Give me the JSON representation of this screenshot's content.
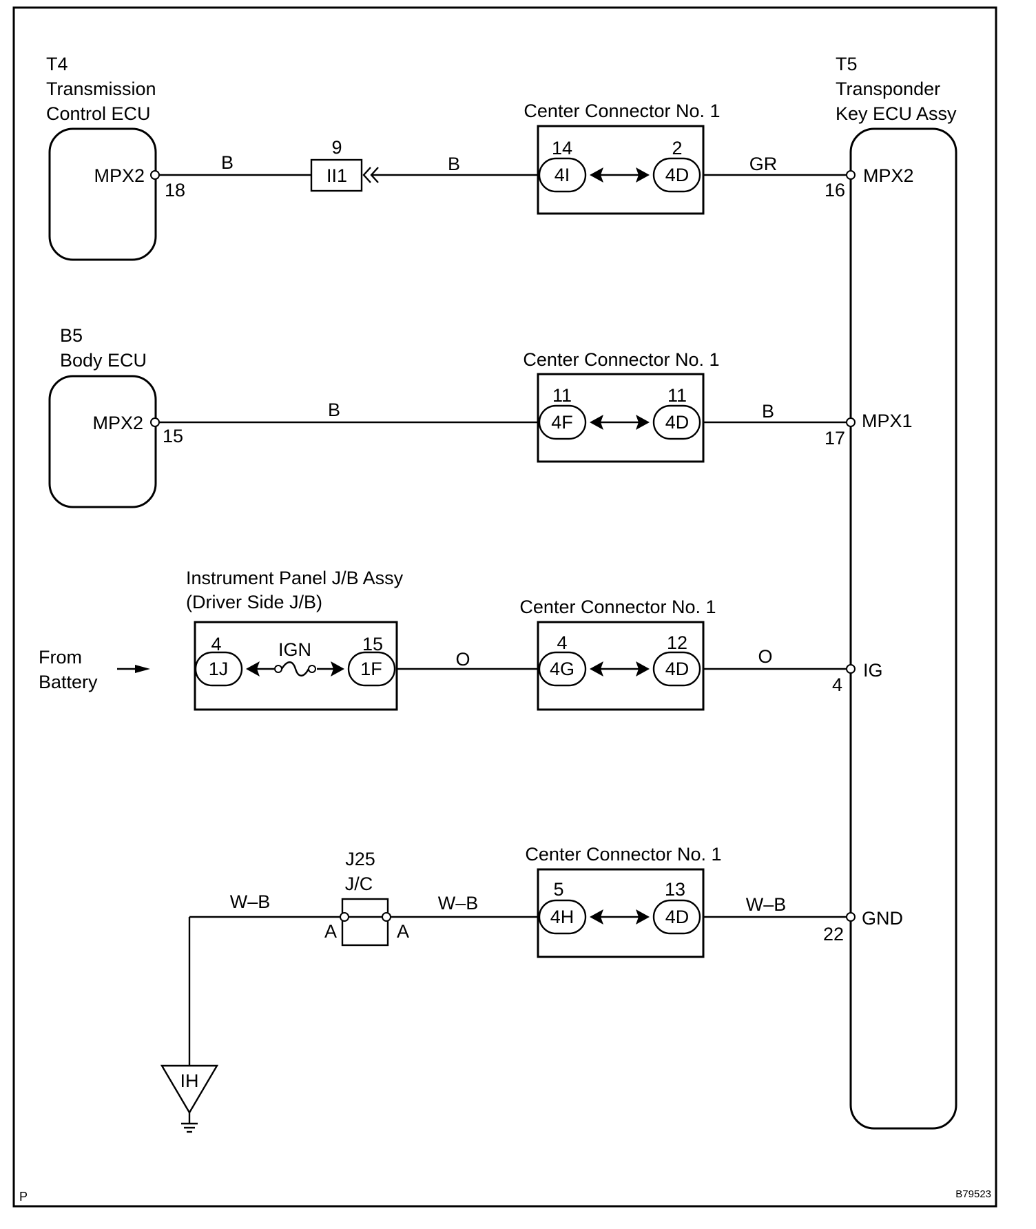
{
  "components": {
    "t4": {
      "code": "T4",
      "name_line1": "Transmission",
      "name_line2": "Control ECU",
      "terminal_name": "MPX2",
      "terminal_pin": "18"
    },
    "b5": {
      "code": "B5",
      "name": "Body ECU",
      "terminal_name": "MPX2",
      "terminal_pin": "15"
    },
    "t5": {
      "code": "T5",
      "name_line1": "Transponder",
      "name_line2": "Key ECU Assy",
      "terminals": [
        {
          "name": "MPX2",
          "pin": "16"
        },
        {
          "name": "MPX1",
          "pin": "17"
        },
        {
          "name": "IG",
          "pin": "4"
        },
        {
          "name": "GND",
          "pin": "22"
        }
      ]
    },
    "jb": {
      "name_line1": "Instrument Panel J/B Assy",
      "name_line2": "(Driver Side J/B)",
      "fuse": "IGN",
      "left": {
        "code": "1J",
        "pin": "4"
      },
      "right": {
        "code": "1F",
        "pin": "15"
      }
    },
    "junction": {
      "code": "J25",
      "name": "J/C",
      "left_term": "A",
      "right_term": "A"
    },
    "inline": {
      "code": "II1",
      "pin": "9"
    },
    "ground": {
      "code": "IH"
    },
    "battery": {
      "line1": "From",
      "line2": "Battery"
    }
  },
  "center_connectors": [
    {
      "title": "Center Connector No. 1",
      "left": {
        "code": "4I",
        "pin": "14"
      },
      "right": {
        "code": "4D",
        "pin": "2"
      }
    },
    {
      "title": "Center Connector No. 1",
      "left": {
        "code": "4F",
        "pin": "11"
      },
      "right": {
        "code": "4D",
        "pin": "11"
      }
    },
    {
      "title": "Center Connector No. 1",
      "left": {
        "code": "4G",
        "pin": "4"
      },
      "right": {
        "code": "4D",
        "pin": "12"
      }
    },
    {
      "title": "Center Connector No. 1",
      "left": {
        "code": "4H",
        "pin": "5"
      },
      "right": {
        "code": "4D",
        "pin": "13"
      }
    }
  ],
  "wires": {
    "r1": {
      "left": "B",
      "mid": "B",
      "right": "GR"
    },
    "r2": {
      "left": "B",
      "right": "B"
    },
    "r3": {
      "left": "O",
      "right": "O"
    },
    "r4": {
      "left": "W–B",
      "mid": "W–B",
      "right": "W–B"
    }
  },
  "footer": {
    "page_code": "P",
    "figure_id": "B79523"
  }
}
